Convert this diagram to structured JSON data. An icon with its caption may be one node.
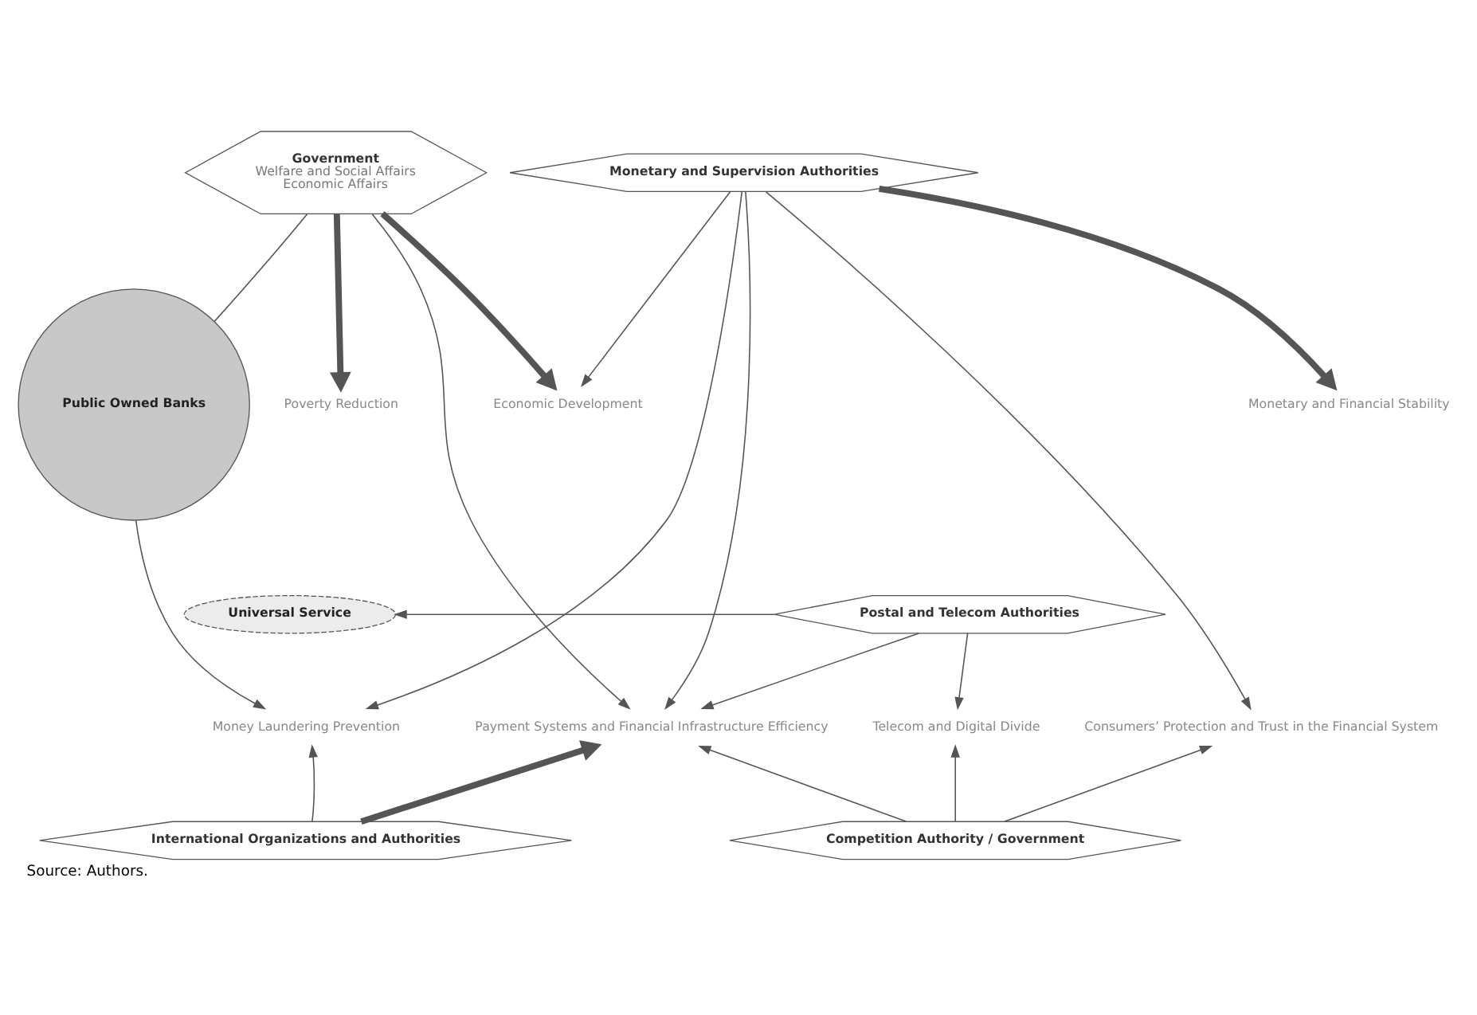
{
  "diagram": {
    "caption": "Source: Authors.",
    "nodes": [
      {
        "text": [
          "Government",
          "Welfare and Social Affairs",
          "Economic Affairs"
        ]
      },
      {
        "text": [
          "Monetary and Supervision Authorities"
        ]
      },
      {
        "text": [
          "Public Owned Banks"
        ]
      },
      {
        "text": [
          "Poverty Reduction"
        ]
      },
      {
        "text": [
          "Economic Development"
        ]
      },
      {
        "text": [
          "Monetary and Financial Stability"
        ]
      },
      {
        "text": [
          "Universal Service"
        ]
      },
      {
        "text": [
          "Postal and Telecom Authorities"
        ]
      },
      {
        "text": [
          "Money Laundering Prevention"
        ]
      },
      {
        "text": [
          "Consumers’ Protection and Trust in the Financial System"
        ]
      },
      {
        "text": [
          "Payment Systems and Financial Infrastructure Efficiency"
        ]
      },
      {
        "text": [
          "Telecom and Digital Divide"
        ]
      },
      {
        "text": [
          "International Organizations and Authorities"
        ]
      },
      {
        "text": [
          "Competition Authority / Government"
        ]
      }
    ],
    "edges": [
      {
        "from": 0,
        "to": 3,
        "arrow": "to",
        "style": "thick"
      },
      {
        "from": 0,
        "to": 4,
        "arrow": "to",
        "style": "thick"
      },
      {
        "from": 0,
        "to": 2,
        "arrow": "none"
      },
      {
        "from": 2,
        "to": 8,
        "arrow": "to"
      },
      {
        "from": 0,
        "to": 10,
        "arrow": "to"
      },
      {
        "from": 1,
        "to": 4,
        "arrow": "to"
      },
      {
        "from": 1,
        "to": 8,
        "arrow": "to"
      },
      {
        "from": 1,
        "to": 9,
        "arrow": "to"
      },
      {
        "from": 1,
        "to": 10,
        "arrow": "to"
      },
      {
        "from": 1,
        "to": 5,
        "arrow": "to",
        "style": "thick"
      },
      {
        "from": 7,
        "to": 6,
        "arrow": "to"
      },
      {
        "from": 7,
        "to": 11,
        "arrow": "to"
      },
      {
        "from": 7,
        "to": 10,
        "arrow": "to"
      },
      {
        "from": 12,
        "to": 8,
        "arrow": "to"
      },
      {
        "from": 12,
        "to": 10,
        "arrow": "to",
        "style": "thick"
      },
      {
        "from": 13,
        "to": 9,
        "arrow": "to"
      },
      {
        "from": 13,
        "to": 10,
        "arrow": "to"
      },
      {
        "from": 13,
        "to": 11,
        "arrow": "to"
      }
    ]
  }
}
